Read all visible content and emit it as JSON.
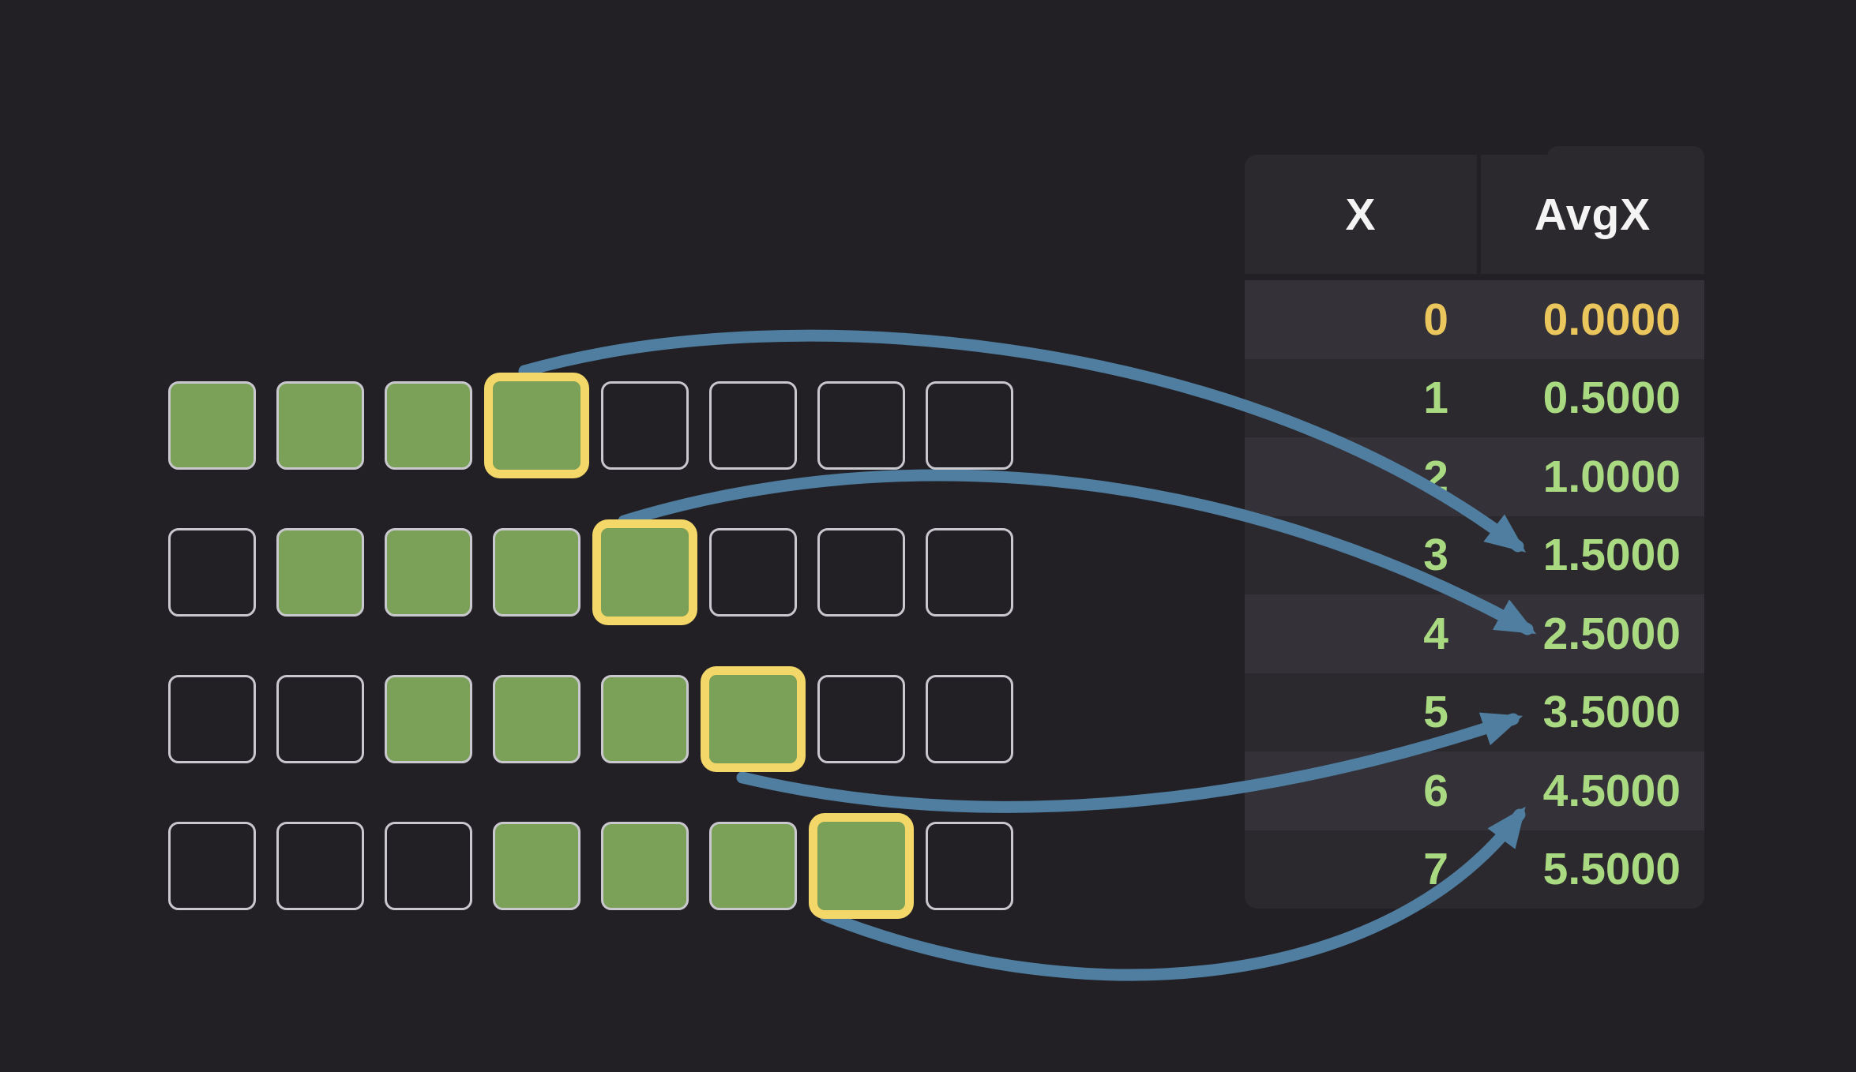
{
  "table": {
    "columns": [
      {
        "label": "X"
      },
      {
        "label": "AvgX"
      }
    ],
    "rows": [
      {
        "x": "0",
        "avgx": "0.0000",
        "tone": "gold"
      },
      {
        "x": "1",
        "avgx": "0.5000",
        "tone": "green"
      },
      {
        "x": "2",
        "avgx": "1.0000",
        "tone": "green"
      },
      {
        "x": "3",
        "avgx": "1.5000",
        "tone": "green"
      },
      {
        "x": "4",
        "avgx": "2.5000",
        "tone": "green"
      },
      {
        "x": "5",
        "avgx": "3.5000",
        "tone": "green"
      },
      {
        "x": "6",
        "avgx": "4.5000",
        "tone": "green"
      },
      {
        "x": "7",
        "avgx": "5.5000",
        "tone": "green"
      }
    ]
  },
  "grid": {
    "columns": 8,
    "rows": [
      {
        "filled": [
          0,
          1,
          2,
          3
        ],
        "highlighted": 3
      },
      {
        "filled": [
          1,
          2,
          3,
          4
        ],
        "highlighted": 4
      },
      {
        "filled": [
          2,
          3,
          4,
          5
        ],
        "highlighted": 5
      },
      {
        "filled": [
          3,
          4,
          5,
          6
        ],
        "highlighted": 6
      }
    ]
  },
  "arrows": [
    {
      "from_grid_row": 0,
      "from_cell": 3,
      "to_x": "3",
      "to_value": "1.5000"
    },
    {
      "from_grid_row": 1,
      "from_cell": 4,
      "to_x": "4",
      "to_value": "2.5000"
    },
    {
      "from_grid_row": 2,
      "from_cell": 5,
      "to_x": "5",
      "to_value": "3.5000"
    },
    {
      "from_grid_row": 3,
      "from_cell": 6,
      "to_x": "6",
      "to_value": "4.5000"
    }
  ],
  "colors": {
    "background": "#232025",
    "panel": "#2b292d",
    "row_even": "#343138",
    "row_odd": "#2b292d",
    "header_text": "#f4f4f4",
    "value_green": "#a9d980",
    "value_gold": "#eac65c",
    "square_green": "#7aa157",
    "square_border": "#c8c8ce",
    "highlight_yellow": "#f3d769",
    "arrow_blue": "#4f7ea0"
  }
}
